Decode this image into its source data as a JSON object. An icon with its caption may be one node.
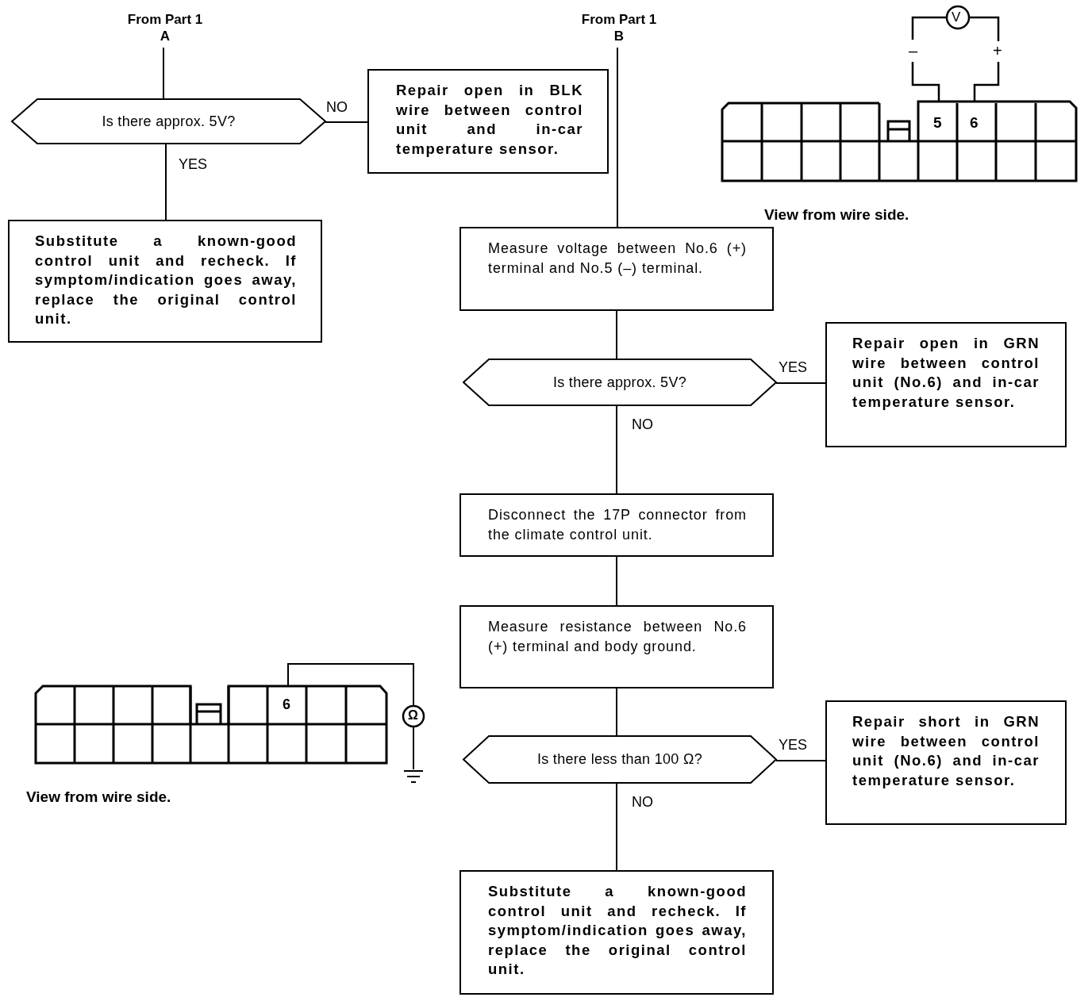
{
  "diagram": {
    "nodes": [
      {
        "text": [
          "From Part 1",
          "A"
        ]
      },
      {
        "text": [
          "Is there approx. 5V?"
        ]
      },
      {
        "text": [
          "Repair open in BLK wire between control unit and in-car temperature sensor."
        ]
      },
      {
        "text": [
          "Substitute a known-good control unit and recheck. If symptom/indication goes away, replace the original control unit."
        ]
      },
      {
        "text": [
          "From Part 1",
          "B"
        ]
      },
      {
        "text": [
          "Measure voltage between No.6 (+) terminal and No.5 (–) terminal."
        ]
      },
      {
        "text": [
          "Is there approx. 5V?"
        ]
      },
      {
        "text": [
          "Repair open in GRN wire between control unit (No.6) and in-car temperature sensor."
        ]
      },
      {
        "text": [
          "Disconnect the 17P connector from the climate control unit."
        ]
      },
      {
        "text": [
          "Measure resistance between No.6 (+) terminal and body ground."
        ]
      },
      {
        "text": [
          "Is there less than 100 Ω?"
        ]
      },
      {
        "text": [
          "Repair short in GRN wire between control unit (No.6) and in-car temperature sensor."
        ]
      },
      {
        "text": [
          "Substitute a known-good control unit and recheck. If symptom/indication goes away, replace the original control unit."
        ]
      }
    ],
    "edges": [
      {
        "from": 0,
        "to": 1,
        "arrow": "none"
      },
      {
        "from": 1,
        "to": 2,
        "arrow": "none",
        "label": "NO"
      },
      {
        "from": 1,
        "to": 3,
        "arrow": "none",
        "label": "YES"
      },
      {
        "from": 4,
        "to": 5,
        "arrow": "none"
      },
      {
        "from": 5,
        "to": 6,
        "arrow": "none"
      },
      {
        "from": 6,
        "to": 7,
        "arrow": "none",
        "label": "YES"
      },
      {
        "from": 6,
        "to": 8,
        "arrow": "none",
        "label": "NO"
      },
      {
        "from": 8,
        "to": 9,
        "arrow": "none"
      },
      {
        "from": 9,
        "to": 10,
        "arrow": "none"
      },
      {
        "from": 10,
        "to": 11,
        "arrow": "none",
        "label": "YES"
      },
      {
        "from": 10,
        "to": 12,
        "arrow": "none",
        "label": "NO"
      }
    ],
    "labels": [
      "V",
      "–",
      "+",
      "5",
      "6",
      "View from wire side.",
      "6",
      "Ω",
      "View from wire side."
    ]
  }
}
